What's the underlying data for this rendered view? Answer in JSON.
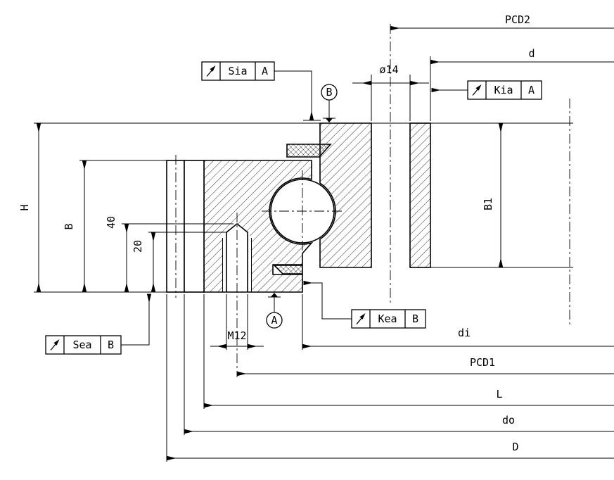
{
  "drawing": {
    "background_color": "#ffffff",
    "line_color": "#000000",
    "labels": {
      "pcd2": "PCD2",
      "d_bore": "d",
      "hole_dia": "ø14",
      "height_h": "H",
      "height_b": "B",
      "depth_40": "40",
      "depth_20": "20",
      "height_b1": "B1",
      "thread": "M12",
      "di": "di",
      "pcd1": "PCD1",
      "l": "L",
      "do": "do",
      "d_outer": "D"
    },
    "datums": {
      "a": "A",
      "b": "B"
    },
    "feature_frames": {
      "sia": {
        "icon": "circular-runout-icon",
        "label": "Sia",
        "datum": "A"
      },
      "kia": {
        "icon": "circular-runout-icon",
        "label": "Kia",
        "datum": "A"
      },
      "kea": {
        "icon": "circular-runout-icon",
        "label": "Kea",
        "datum": "B"
      },
      "sea": {
        "icon": "circular-runout-icon",
        "label": "Sea",
        "datum": "B"
      }
    }
  }
}
